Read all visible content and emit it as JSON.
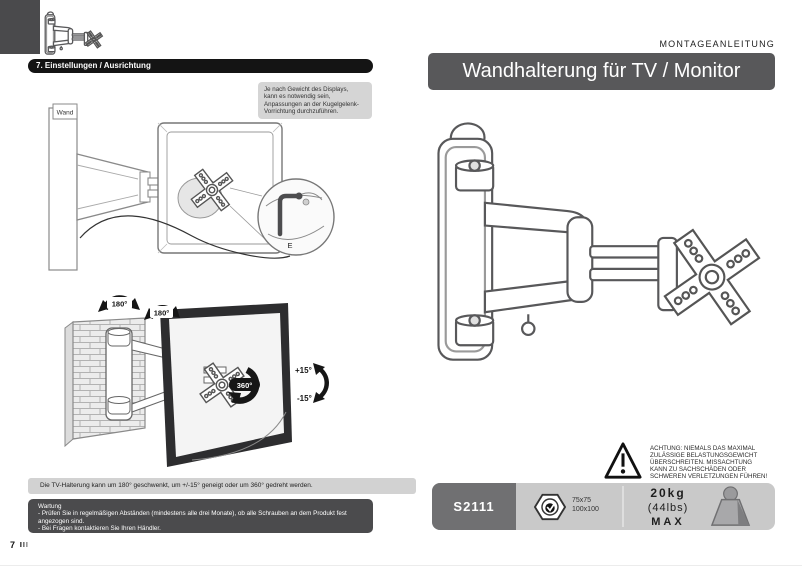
{
  "header": {
    "doc_type": "MONTAGEANLEITUNG",
    "title": "Wandhalterung für TV / Monitor"
  },
  "left": {
    "section_heading": "7. Einstellungen / Ausrichtung",
    "note_lines": [
      "Je nach Gewicht des Displays,",
      "kann es notwendig sein,",
      "Anpassungen an der Kugelgelenk-",
      "Vorrichtung durchzuführen."
    ],
    "labels": {
      "wall": "Wand",
      "detail": "E",
      "swivel_a": "180°",
      "swivel_b": "180°",
      "rotate": "360°",
      "tilt_up": "+15°",
      "tilt_down": "-15°"
    },
    "summary": "Die TV-Halterung kann um 180° geschwenkt, um +/-15° geneigt oder um 360° gedreht werden.",
    "maintenance_title": "Wartung",
    "maintenance_items": [
      "- Prüfen Sie in regelmäßigen Abständen (mindestens alle drei Monate), ob alle Schrauben an dem Produkt fest angezogen sind.",
      "- Bei Fragen kontaktieren Sie Ihren Händler."
    ],
    "page_number": "7"
  },
  "right": {
    "warning_lines": [
      "ACHTUNG: NIEMALS DAS MAXIMAL",
      "ZULÄSSIGE BELASTUNGSGEWICHT",
      "ÜBERSCHREITEN. MISSACHTUNG",
      "KANN ZU SACHSCHÄDEN ODER",
      "SCHWEREN VERLETZUNGEN FÜHREN!"
    ],
    "spec": {
      "model": "S2111",
      "vesa_sizes": [
        "75x75",
        "100x100"
      ],
      "weight": [
        "20kg",
        "(44lbs)",
        "MAX"
      ]
    }
  },
  "icons": {
    "warning": "warning-triangle",
    "vesa_badge": "vesa-hex-badge",
    "weight": "max-weight-block"
  },
  "colors": {
    "banner": "#58585a",
    "section_pill": "#141414",
    "note_bg": "#d5d5d5",
    "summary_bg": "#d2d2d2",
    "maintenance_bg": "#4b4b4d",
    "spec_bar_bg": "#c9c9c9",
    "model_badge_bg": "#707072",
    "corner_square": "#4a4a4c",
    "line_art": "#58585a"
  }
}
